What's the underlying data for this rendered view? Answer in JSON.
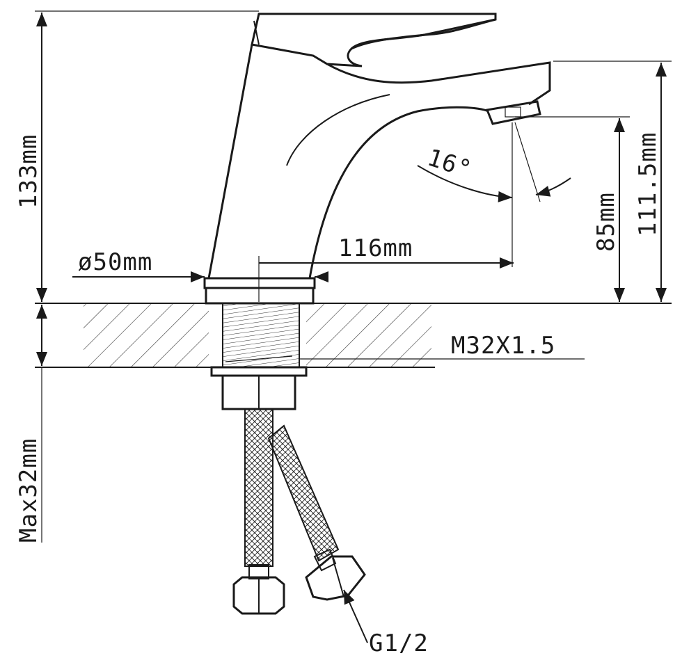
{
  "dimensions": {
    "height_total": "133mm",
    "spout_height": "111.5mm",
    "outlet_height": "85mm",
    "base_diameter": "ø50mm",
    "reach": "116mm",
    "angle": "16°",
    "thread": "M32X1.5",
    "max_thickness": "Max32mm",
    "connection": "G1/2"
  },
  "colors": {
    "line": "#1a1a1a",
    "background": "#ffffff"
  }
}
